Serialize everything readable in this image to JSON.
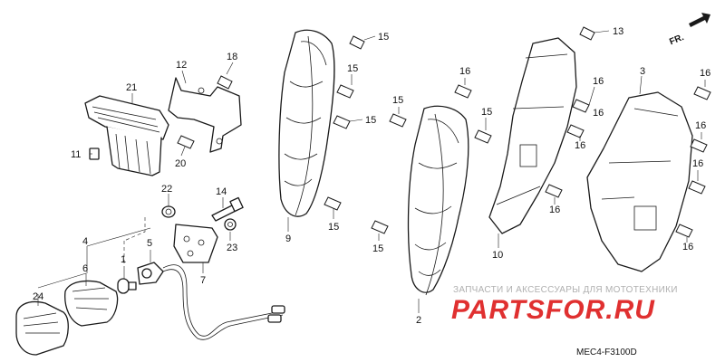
{
  "diagram_code": "MEC4-F3100D",
  "direction_label": "FR.",
  "watermark": {
    "caption": "ЗАПЧАСТИ И АКСЕССУАРЫ ДЛЯ МОТОТЕХНИКИ",
    "brand": "PARTSFOR.RU"
  },
  "callouts": {
    "c24": "24",
    "c6": "6",
    "c4": "4",
    "c1": "1",
    "c5": "5",
    "c22": "22",
    "c14": "14",
    "c23": "23",
    "c7": "7",
    "c11": "11",
    "c21": "21",
    "c12": "12",
    "c18_left": "18",
    "c20": "20",
    "c9": "9",
    "c15_a": "15",
    "c15_b": "15",
    "c15_c": "15",
    "c15_d": "15",
    "c15_e": "15",
    "c15_f": "15",
    "c15_g": "15",
    "c16_a": "16",
    "c16_b": "16",
    "c16_c": "16",
    "c16_d": "16",
    "c16_e": "16",
    "c16_f": "16",
    "c16_g": "16",
    "c16_h": "16",
    "c2": "2",
    "c10": "10",
    "c3": "3",
    "c13": "13"
  },
  "colors": {
    "line": "#1a1a1a",
    "watermark_red": "#e03030",
    "watermark_grey": "#b0b0b0"
  }
}
